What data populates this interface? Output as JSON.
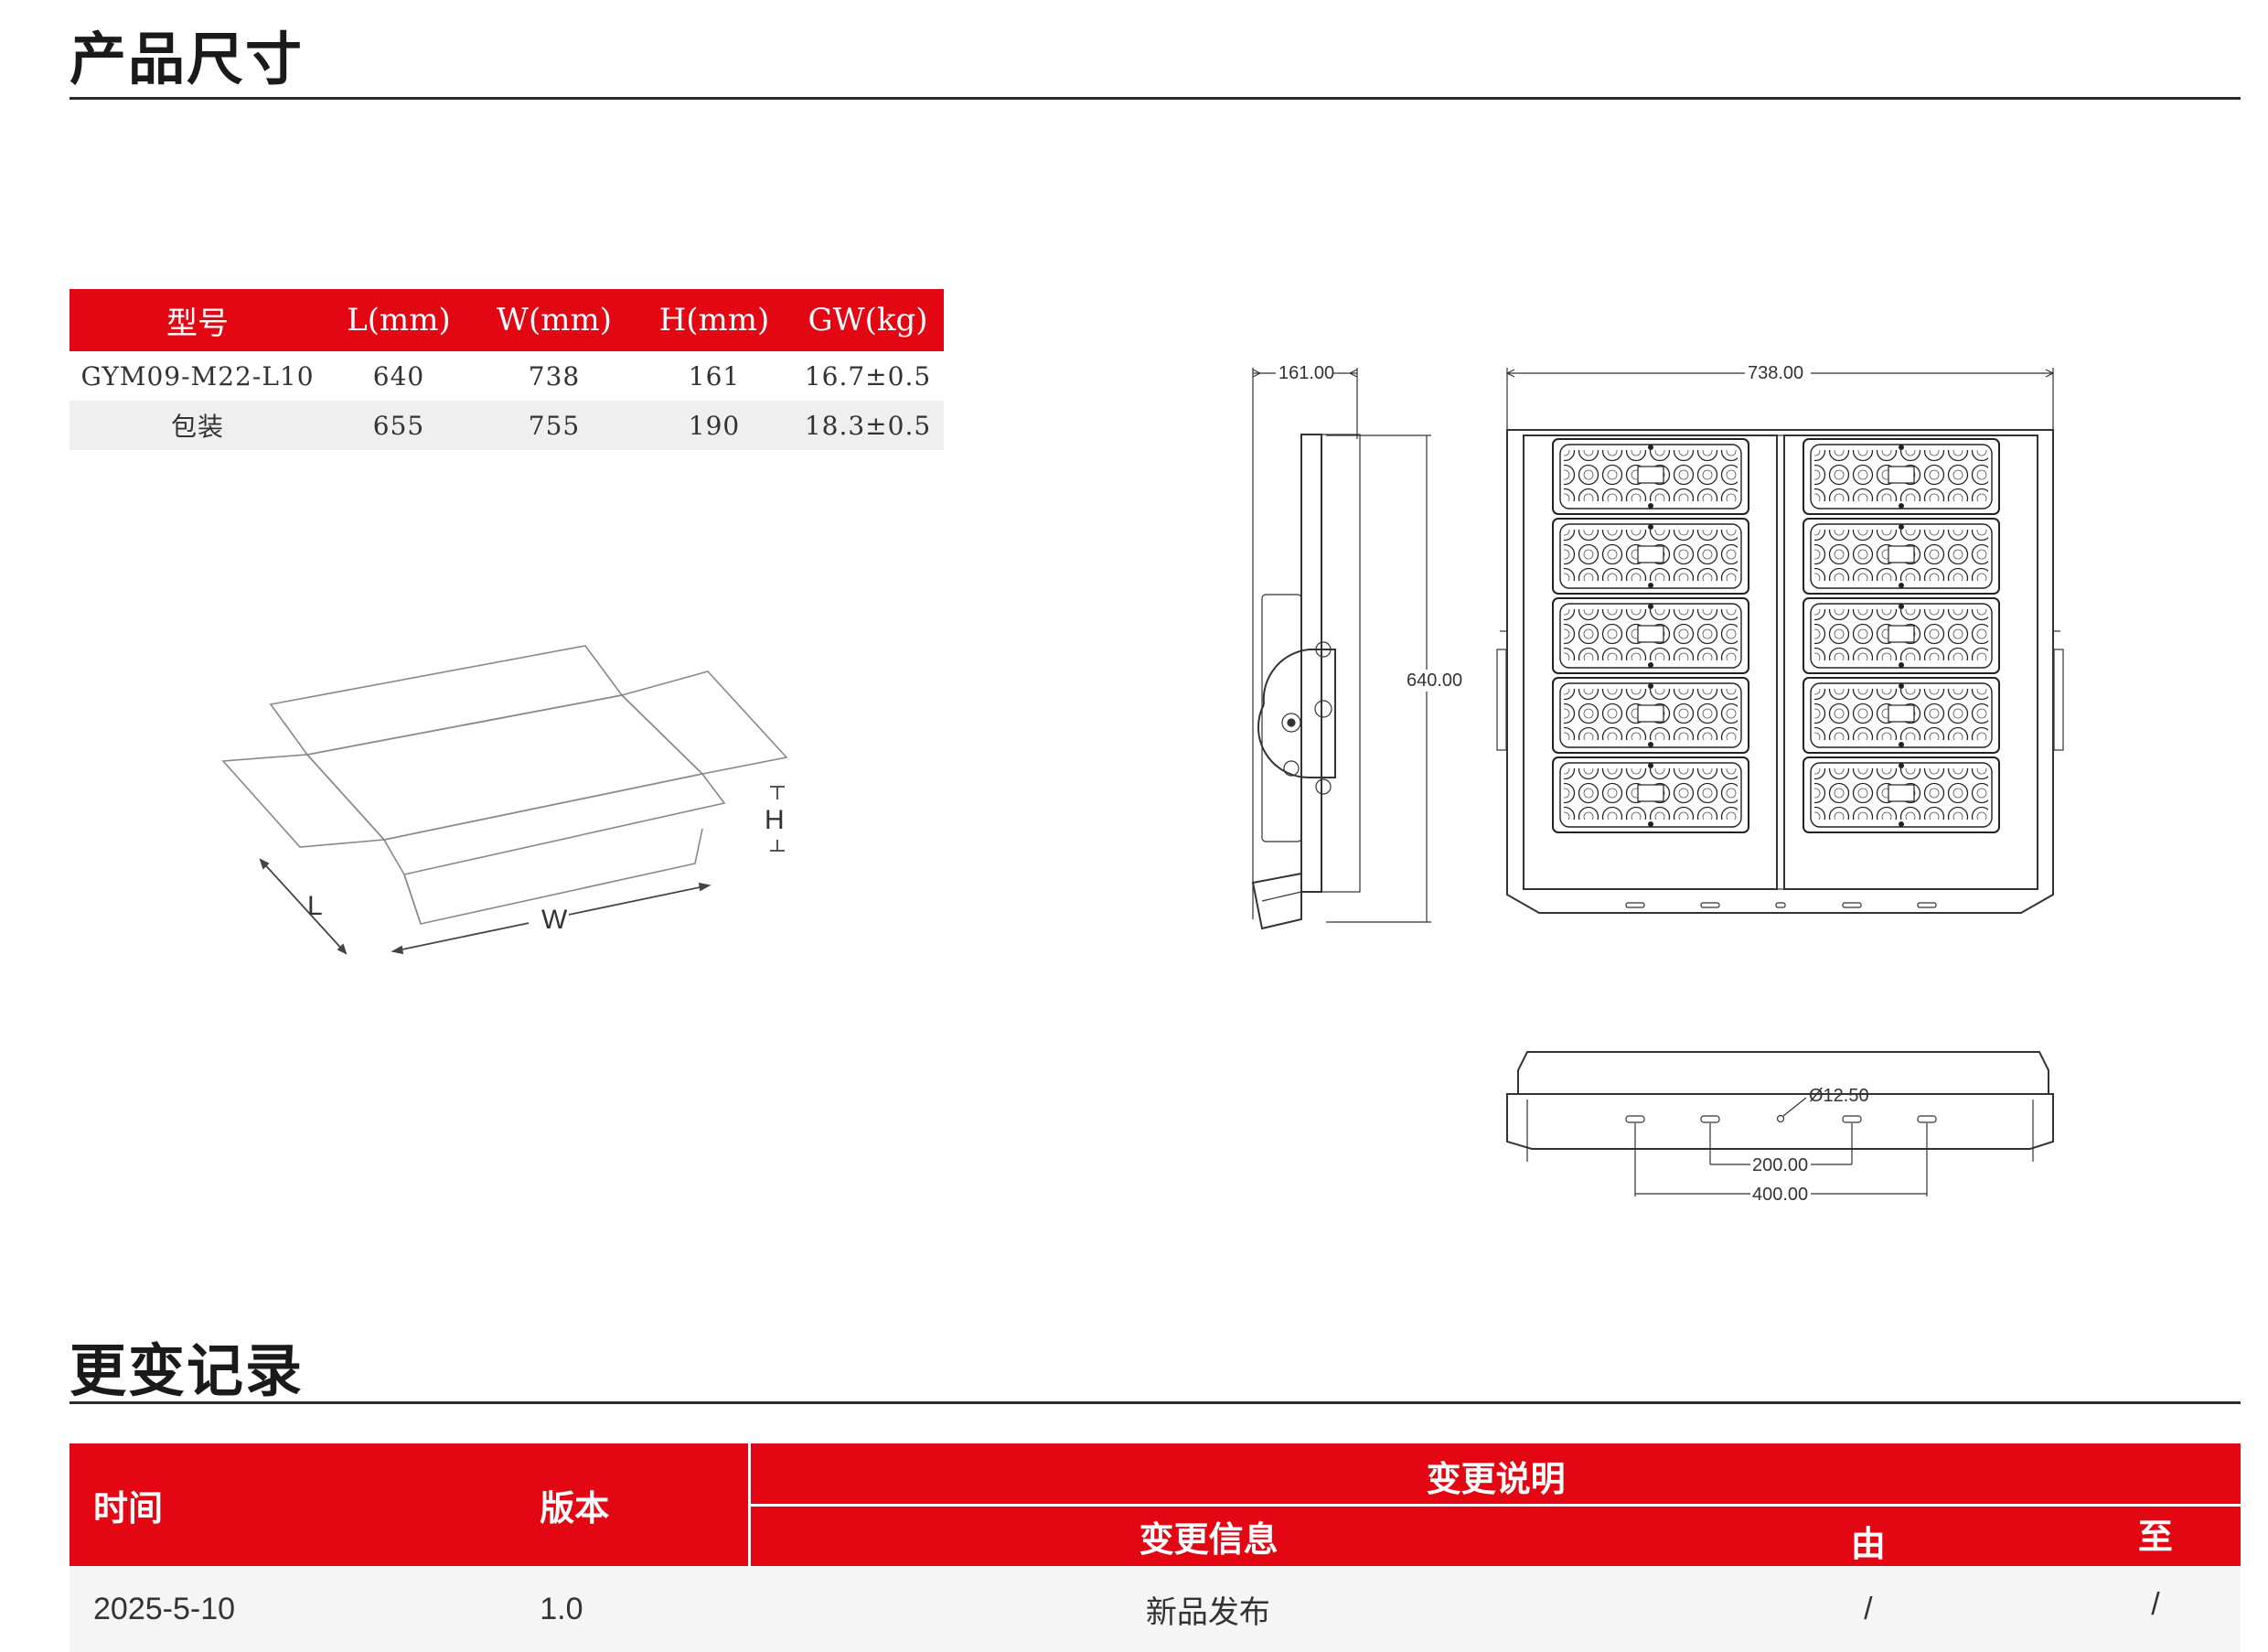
{
  "sections": {
    "dimensions_title": "产品尺寸",
    "changelog_title": "更变记录"
  },
  "spec_table": {
    "headers": [
      "型号",
      "L(mm)",
      "W(mm)",
      "H(mm)",
      "GW(kg)"
    ],
    "rows": [
      [
        "GYM09-M22-L10",
        "640",
        "738",
        "161",
        "16.7±0.5"
      ],
      [
        "包装",
        "655",
        "755",
        "190",
        "18.3±0.5"
      ]
    ]
  },
  "box_labels": {
    "l": "L",
    "w": "W",
    "h": "H"
  },
  "drawing": {
    "side_width": "161.00",
    "front_width": "738.00",
    "height": "640.00",
    "hole": "Ø12.50",
    "span_inner": "200.00",
    "span_outer": "400.00"
  },
  "changelog": {
    "col_time": "时间",
    "col_version": "版本",
    "col_desc": "变更说明",
    "sub_info": "变更信息",
    "sub_from": "由",
    "sub_to": "至",
    "rows": [
      {
        "time": "2025-5-10",
        "version": "1.0",
        "info": "新品发布",
        "from": "/",
        "to": "/"
      }
    ]
  },
  "colors": {
    "accent": "#e30613",
    "rule": "#2b2b2b",
    "row_alt": "#efefef"
  }
}
